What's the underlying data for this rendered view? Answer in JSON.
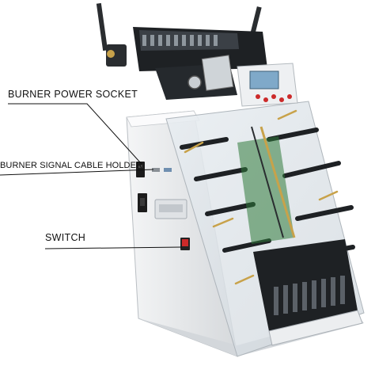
{
  "labels": {
    "burner_power_socket": "BURNER POWER SOCKET",
    "burner_signal_cable_holder": "BURNER SIGNAL CABLE HOLDER",
    "switch": "SWITCH"
  },
  "colors": {
    "cabinet": "#eef0f2",
    "cabinet_shadow": "#c9cdd1",
    "mechanism": "#1e2124",
    "lcd": "#7fa9c9",
    "button_red": "#cc2a2a",
    "brass": "#c8a24a",
    "pcb_green": "#2f7a3a"
  }
}
